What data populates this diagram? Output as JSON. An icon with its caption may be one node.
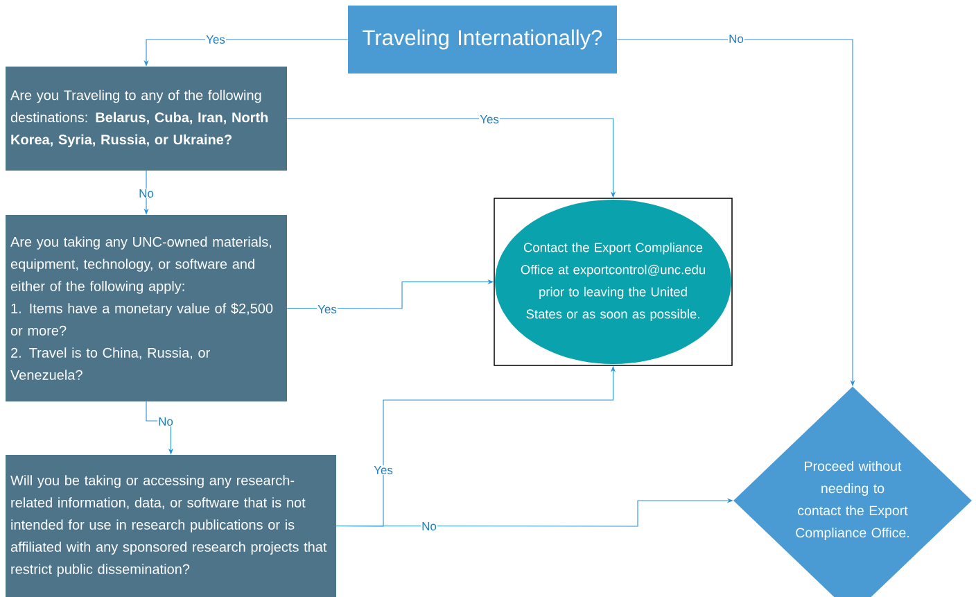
{
  "diagram": {
    "nodes": [
      {
        "text": [
          "Traveling Internationally?"
        ]
      },
      {
        "text": [
          "Are you Traveling to any of the following destinations: **Belarus, Cuba, Iran, North Korea, Syria, Russia, or Ukraine?**"
        ]
      },
      {
        "text": [
          "Are you taking any UNC-owned materials, equipment, technology, or software and either of the following apply:",
          "1. Items have a monetary value of $2,500 or more?",
          "2. Travel is to China, Russia, or Venezuela?"
        ]
      },
      {
        "text": [
          "Will you be taking or accessing any research-related information, data, or software that is not intended for use in research publications or is affiliated with any sponsored research projects that restrict public dissemination?"
        ]
      },
      {
        "text": [],
        "shape": "box"
      },
      {
        "text": [
          "Contact the Export Compliance Office at exportcontrol@unc.edu prior to leaving the United States or as soon as possible."
        ],
        "in": 4
      },
      {
        "text": [
          "Proceed without needing to contact the Export Compliance Office."
        ]
      }
    ],
    "edges": [
      {
        "from": 0,
        "to": 1,
        "arrow": "to",
        "label": "Yes"
      },
      {
        "from": 0,
        "to": 6,
        "arrow": "to",
        "label": "No"
      },
      {
        "from": 1,
        "to": 4,
        "arrow": "to",
        "label": "Yes"
      },
      {
        "from": 1,
        "to": 2,
        "arrow": "to",
        "label": "No"
      },
      {
        "from": 2,
        "to": 4,
        "arrow": "to",
        "label": "Yes"
      },
      {
        "from": 2,
        "to": 3,
        "arrow": "to",
        "label": "No"
      },
      {
        "from": 3,
        "to": 4,
        "arrow": "to",
        "label": "Yes"
      },
      {
        "from": 3,
        "to": 6,
        "arrow": "to",
        "label": "No"
      }
    ]
  }
}
